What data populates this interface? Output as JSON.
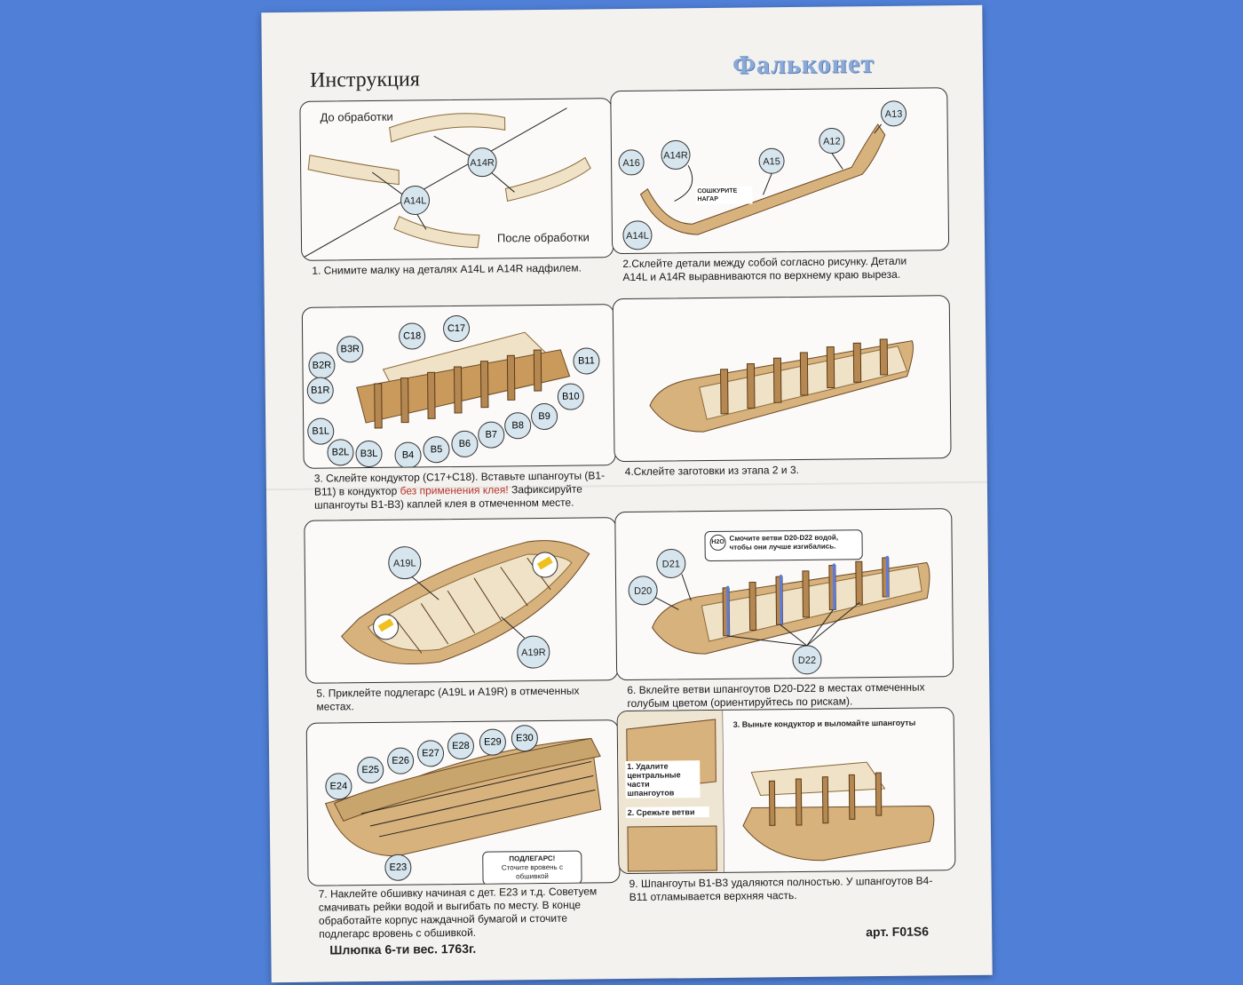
{
  "header": {
    "title": "Инструкция",
    "brand": "Фальконет"
  },
  "steps": {
    "s1": {
      "before_label": "До обработки",
      "after_label": "После обработки",
      "callouts": [
        "A14R",
        "A14L"
      ],
      "caption": "1. Снимите малку на деталях A14L и A14R надфилем."
    },
    "s2": {
      "callouts": [
        "A13",
        "A12",
        "A15",
        "A14R",
        "A16",
        "A14L"
      ],
      "note": "СОШКУРИТЕ НАГАР",
      "caption": "2.Склейте детали между собой согласно рисунку. Детали A14L и A14R выравниваются по верхнему краю выреза."
    },
    "s3": {
      "callouts": [
        "C18",
        "C17",
        "B3R",
        "B2R",
        "B11",
        "B1R",
        "B10",
        "B9",
        "B1L",
        "B8",
        "B7",
        "B6",
        "B2L",
        "B3L",
        "B4",
        "B5"
      ],
      "caption_a": "3. Склейте кондуктор (C17+C18). Вставьте шпангоуты (B1-B11) в кондуктор ",
      "caption_red": "без применения клея!",
      "caption_b": " Зафиксируйте шпангоуты B1-B3) каплей клея в отмеченном месте."
    },
    "s4": {
      "caption": "4.Склейте заготовки из этапа 2 и 3."
    },
    "s5": {
      "callouts": [
        "A19L",
        "A19R"
      ],
      "caption": "5. Приклейте подлегарс (A19L и A19R) в отмеченных местах."
    },
    "s6": {
      "callouts": [
        "D21",
        "D20",
        "D22"
      ],
      "note_symbol": "H2O",
      "note": "Смочите ветви D20-D22 водой, чтобы они лучше изгибались.",
      "caption": "6. Вклейте ветви шпангоутов D20-D22 в местах отмеченных голубым цветом (ориентируйтесь по рискам)."
    },
    "s7": {
      "callouts": [
        "E24",
        "E25",
        "E26",
        "E27",
        "E28",
        "E29",
        "E30",
        "E23"
      ],
      "note_title": "ПОДЛЕГАРС!",
      "note": "Сточите вровень с обшивкой",
      "caption": "7. Наклейте обшивку начиная с дет. E23 и т.д. Советуем смачивать рейки водой и выгибать по месту. В конце обработайте корпус наждачной бумагой и сточите подлегарс вровень с обшивкой."
    },
    "s9": {
      "sub1": "1. Удалите центральные части шпангоутов",
      "sub2": "2. Срежьте ветви",
      "sub3": "3. Выньте кондуктор и выломайте шпангоуты",
      "caption": "9. Шпангоуты B1-B3 удаляются полностью. У шпангоутов B4-B11 отламывается верхняя часть."
    }
  },
  "footer": {
    "model": "Шлюпка 6-ти вес. 1763г.",
    "article": "арт. F01S6"
  }
}
